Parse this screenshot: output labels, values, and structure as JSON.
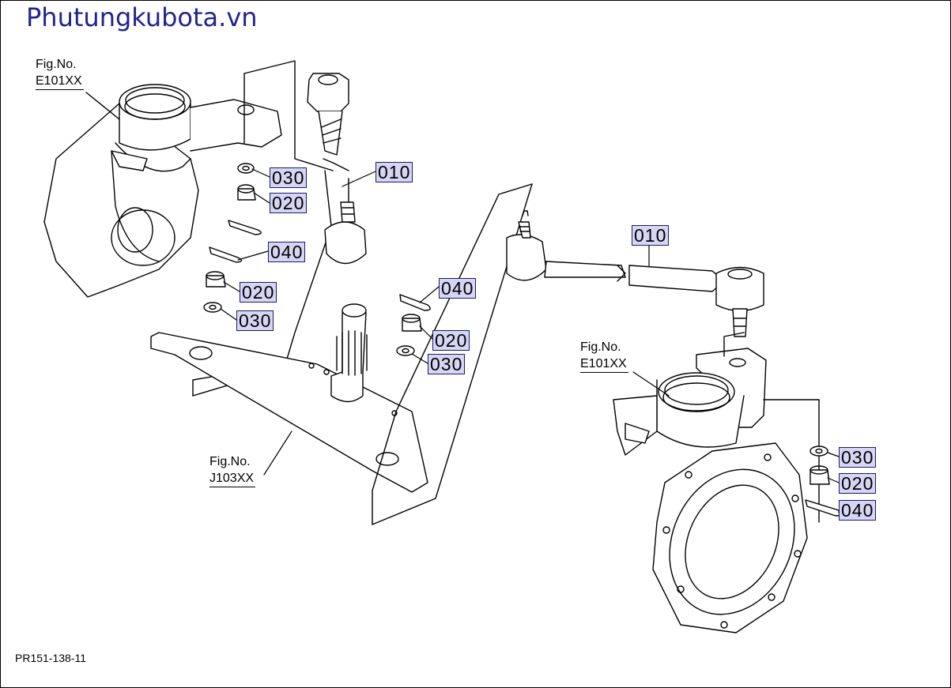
{
  "header": {
    "site_title": "Phutungkubota.vn"
  },
  "figure_refs": [
    {
      "line1": "Fig.No.",
      "line2": "E101XX"
    },
    {
      "line1": "Fig.No.",
      "line2": "E101XX"
    },
    {
      "line1": "Fig.No.",
      "line2": "J103XX"
    }
  ],
  "callouts": [
    "030",
    "020",
    "010",
    "040",
    "020",
    "030",
    "040",
    "020",
    "030",
    "010",
    "030",
    "020",
    "040"
  ],
  "footer": {
    "drawing_code": "PR151-138-11"
  }
}
